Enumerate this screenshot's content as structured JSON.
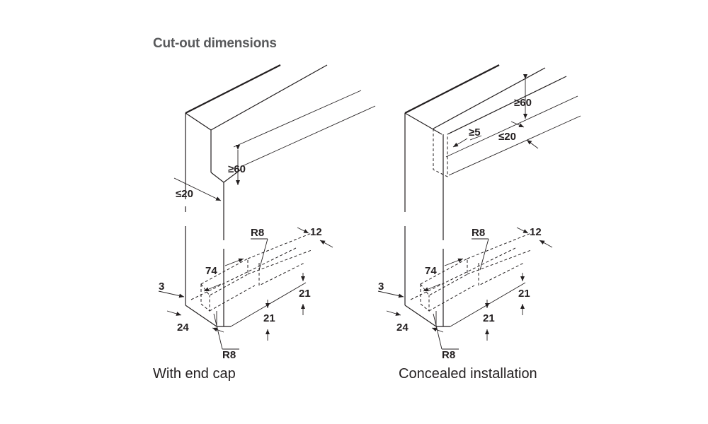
{
  "title": "Cut-out dimensions",
  "captions": {
    "left": "With end cap",
    "right": "Concealed installation"
  },
  "left_diagram": {
    "labels": {
      "ge60": "≥60",
      "le20": "≤20",
      "r8_top": "R8",
      "d12": "12",
      "d74": "74",
      "d3": "3",
      "d21_right": "21",
      "d21_front": "21",
      "d24": "24",
      "r8_bottom": "R8"
    }
  },
  "right_diagram": {
    "labels": {
      "ge60": "≥60",
      "ge5": "≥5",
      "le20": "≤20",
      "r8_top": "R8",
      "d12": "12",
      "d74": "74",
      "d3": "3",
      "d21_right": "21",
      "d21_front": "21",
      "d24": "24",
      "r8_bottom": "R8"
    }
  },
  "colors": {
    "line": "#231f20",
    "title": "#58595b"
  }
}
